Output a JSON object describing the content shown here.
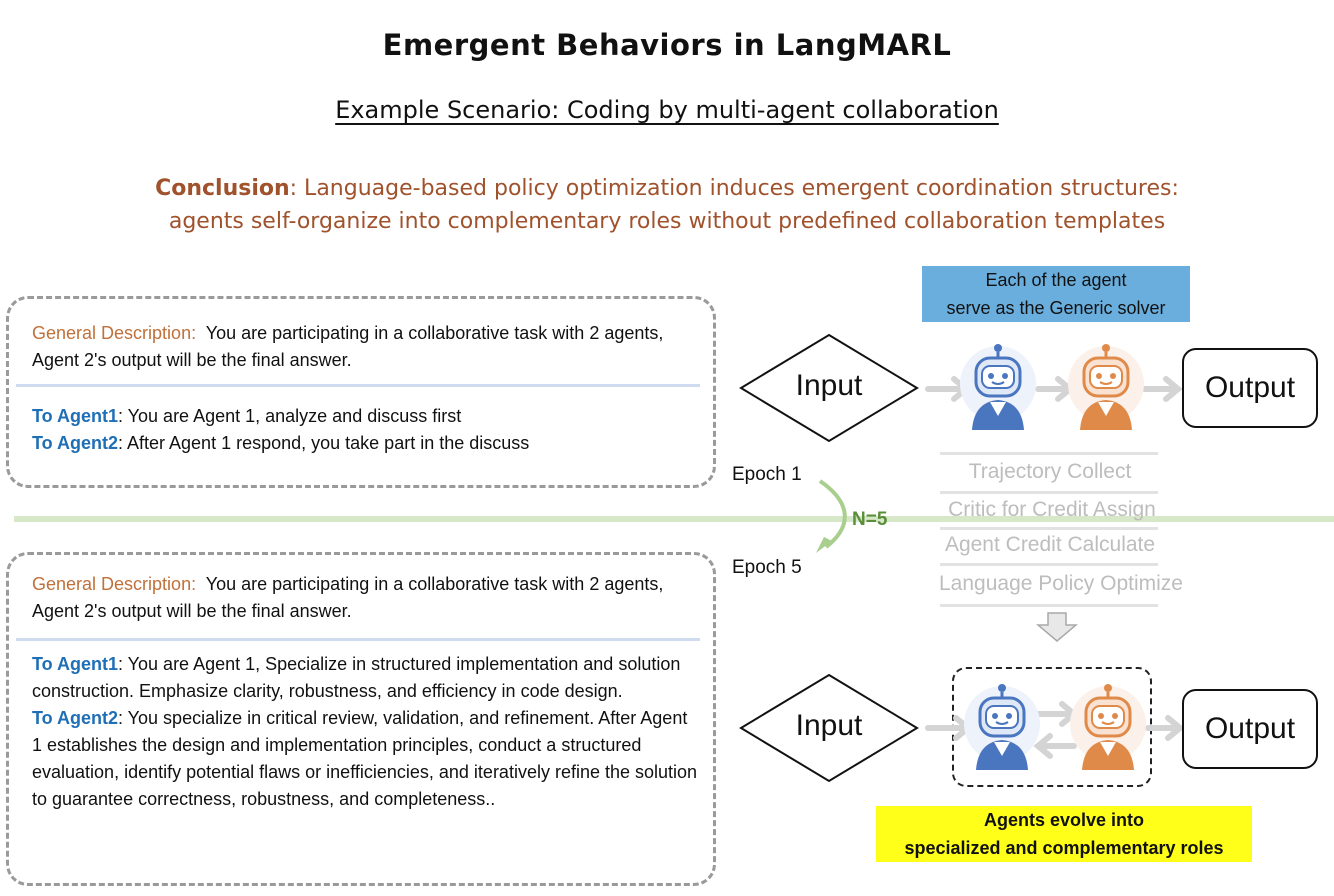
{
  "title": "Emergent Behaviors in LangMARL",
  "subtitle": "Example Scenario: Coding by multi-agent collaboration",
  "conclusion": {
    "lead": "Conclusion",
    "line1": ": Language-based policy optimization induces emergent coordination structures:",
    "line2": "agents self-organize into complementary roles without predefined collaboration templates"
  },
  "epoch1_card": {
    "general_label": "General Description:",
    "general_text": "You are participating in a collaborative task with 2 agents, Agent 2's output will be the final answer.",
    "agent1_label": "To Agent1",
    "agent1_text": ": You are Agent 1, analyze and discuss first",
    "agent2_label": "To Agent2",
    "agent2_text": ": After Agent 1 respond, you take part in the discuss"
  },
  "epoch5_card": {
    "general_label": "General Description:",
    "general_text": "You are participating in a collaborative task with 2 agents, Agent 2's output will be the final answer.",
    "agent1_label": "To Agent1",
    "agent1_text": ": You are Agent 1, Specialize in structured implementation and solution construction. Emphasize clarity, robustness, and efficiency in code design.",
    "agent2_label": "To Agent2",
    "agent2_text": ": You specialize in critical review, validation, and refinement. After Agent 1 establishes the design and implementation principles, conduct a structured evaluation, identify potential flaws or inefficiencies, and iteratively refine the solution to guarantee correctness, robustness, and completeness.."
  },
  "top_flow": {
    "highlight_line1": "Each of the agent",
    "highlight_line2": "serve as the Generic solver",
    "input": "Input",
    "output": "Output"
  },
  "bottom_flow": {
    "input": "Input",
    "output": "Output",
    "highlight_line1": "Agents evolve into",
    "highlight_line2": "specialized and complementary roles"
  },
  "epochs": {
    "first": "Epoch 1",
    "last": "Epoch 5",
    "n_label": "N=5"
  },
  "pipeline_steps": [
    "Trajectory Collect",
    "Critic for Credit Assign",
    "Agent Credit Calculate",
    "Language Policy Optimize"
  ],
  "colors": {
    "conclusion": "#a0522d",
    "description_label": "#c0703a",
    "agent_label": "#1f6fb6",
    "separator": "#d7e8c8",
    "n_label": "#5a8f3a",
    "highlight_blue": "#6aaedd",
    "highlight_yellow": "#ffff1a",
    "robot_blue": "#4a76c0",
    "robot_orange": "#e08a4a"
  }
}
